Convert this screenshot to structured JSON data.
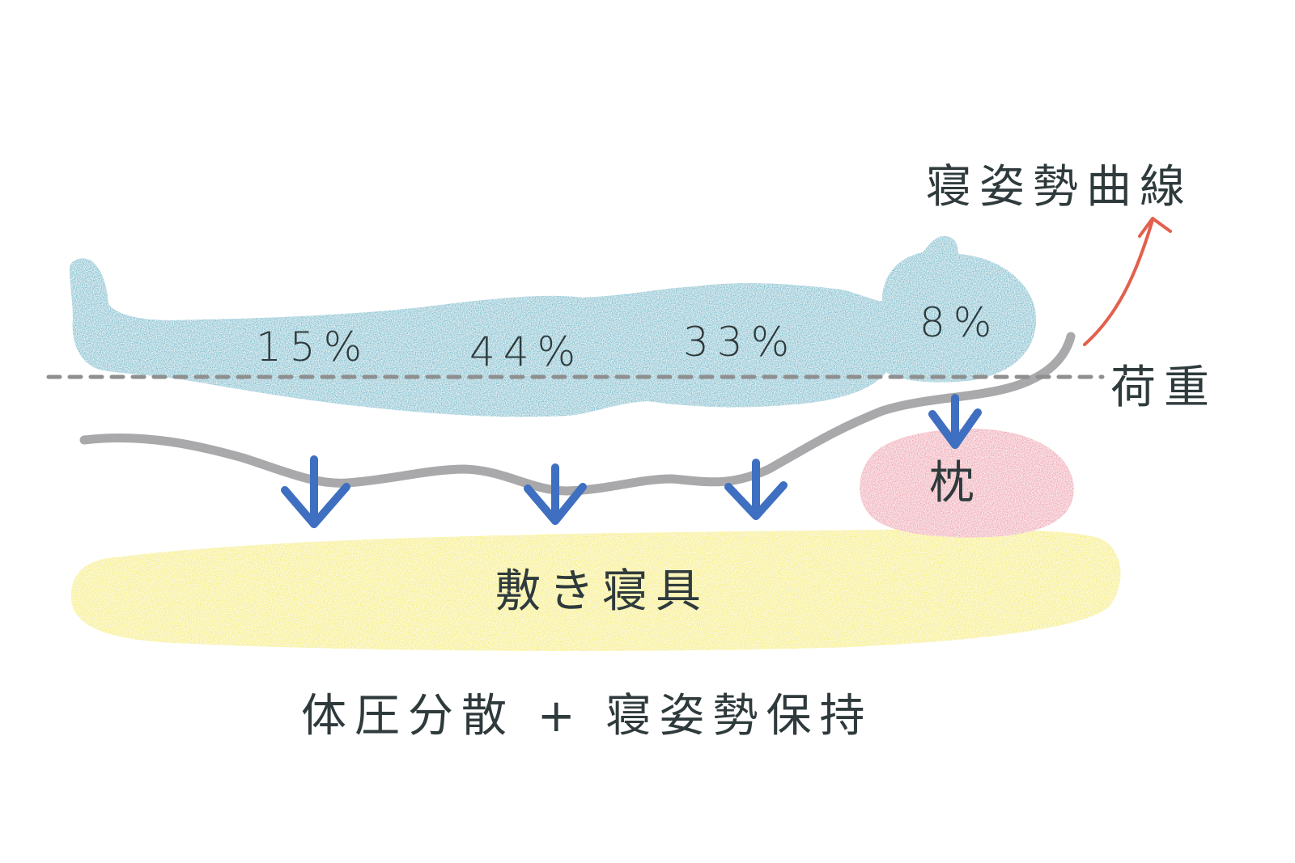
{
  "diagram": {
    "curve_label": "寝姿勢曲線",
    "load_label": "荷重",
    "pillow_label": "枕",
    "mattress_label": "敷き寝具",
    "caption": "体圧分散 + 寝姿勢保持",
    "segments": [
      {
        "name": "legs",
        "percent": "15%"
      },
      {
        "name": "hips",
        "percent": "44%"
      },
      {
        "name": "chest",
        "percent": "33%"
      },
      {
        "name": "head",
        "percent": "8%"
      }
    ],
    "colors": {
      "body": "#5fb8cb",
      "mattress": "#f6ec5a",
      "pillow": "#ee9bab",
      "arrows": "#3f6fc0",
      "curve": "#a9a9ab",
      "curve_pointer": "#e2604d",
      "load_line": "#8f8f8f",
      "text": "#2f3a3c"
    }
  }
}
